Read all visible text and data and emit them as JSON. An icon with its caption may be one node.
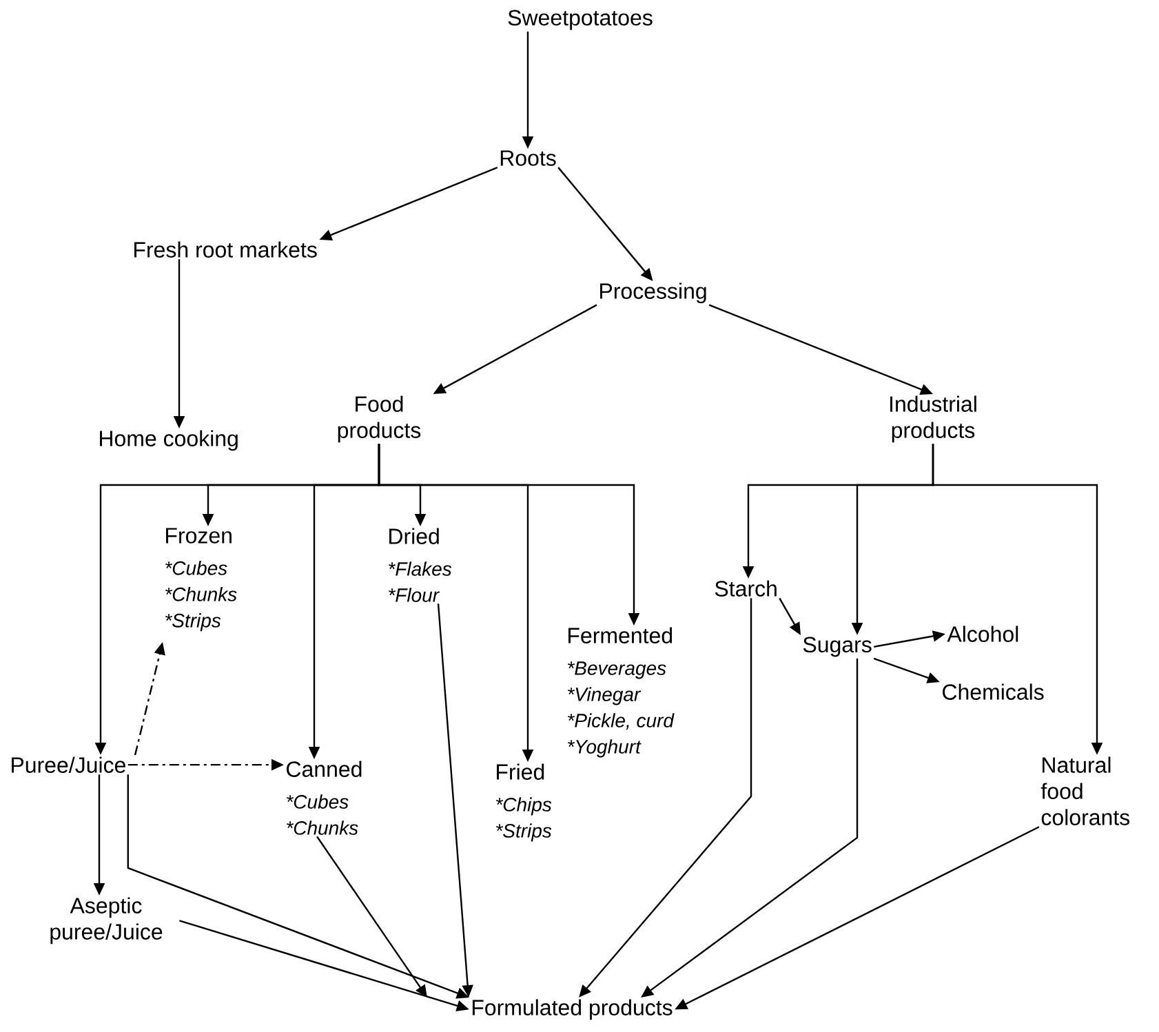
{
  "diagram": {
    "nodes": [
      {
        "text": [
          "Sweetpotatoes"
        ]
      },
      {
        "text": [
          "Roots"
        ]
      },
      {
        "text": [
          "Fresh root markets"
        ]
      },
      {
        "text": [
          "Processing"
        ]
      },
      {
        "text": [
          "Home cooking"
        ]
      },
      {
        "text": [
          "Food products"
        ]
      },
      {
        "text": [
          "Industrial products"
        ]
      },
      {
        "text": [
          "Frozen",
          "*Cubes",
          "*Chunks",
          "*Strips"
        ]
      },
      {
        "text": [
          "Dried",
          "*Flakes",
          "*Flour"
        ]
      },
      {
        "text": [
          "Fermented",
          "*Beverages",
          "*Vinegar",
          "*Pickle, curd",
          "*Yoghurt"
        ]
      },
      {
        "text": [
          "Fried",
          "*Chips",
          "*Strips"
        ]
      },
      {
        "text": [
          "Canned",
          "*Cubes",
          "*Chunks"
        ]
      },
      {
        "text": [
          "Puree/Juice"
        ]
      },
      {
        "text": [
          "Aseptic puree/Juice"
        ]
      },
      {
        "text": [
          "Starch"
        ]
      },
      {
        "text": [
          "Sugars"
        ]
      },
      {
        "text": [
          "Alcohol"
        ]
      },
      {
        "text": [
          "Chemicals"
        ]
      },
      {
        "text": [
          "Natural food colorants"
        ]
      },
      {
        "text": [
          "Formulated products"
        ]
      }
    ],
    "edges": [
      {
        "from": 0,
        "to": 1,
        "arrow": "to"
      },
      {
        "from": 1,
        "to": 2,
        "arrow": "to"
      },
      {
        "from": 1,
        "to": 3,
        "arrow": "to"
      },
      {
        "from": 2,
        "to": 4,
        "arrow": "to"
      },
      {
        "from": 3,
        "to": 5,
        "arrow": "to"
      },
      {
        "from": 3,
        "to": 6,
        "arrow": "to"
      },
      {
        "from": 5,
        "to": 12,
        "arrow": "to"
      },
      {
        "from": 5,
        "to": 7,
        "arrow": "to"
      },
      {
        "from": 5,
        "to": 11,
        "arrow": "to"
      },
      {
        "from": 5,
        "to": 8,
        "arrow": "to"
      },
      {
        "from": 5,
        "to": 10,
        "arrow": "to"
      },
      {
        "from": 5,
        "to": 9,
        "arrow": "to"
      },
      {
        "from": 6,
        "to": 14,
        "arrow": "to"
      },
      {
        "from": 6,
        "to": 15,
        "arrow": "to"
      },
      {
        "from": 6,
        "to": 18,
        "arrow": "to"
      },
      {
        "from": 14,
        "to": 15,
        "arrow": "to"
      },
      {
        "from": 15,
        "to": 16,
        "arrow": "to"
      },
      {
        "from": 15,
        "to": 17,
        "arrow": "to"
      },
      {
        "from": 12,
        "to": 7,
        "arrow": "to",
        "style": "dashed"
      },
      {
        "from": 12,
        "to": 11,
        "arrow": "to",
        "style": "dashed"
      },
      {
        "from": 12,
        "to": 13,
        "arrow": "to"
      },
      {
        "from": 13,
        "to": 19,
        "arrow": "to"
      },
      {
        "from": 12,
        "to": 19,
        "arrow": "to"
      },
      {
        "from": 11,
        "to": 19,
        "arrow": "to"
      },
      {
        "from": 8,
        "to": 19,
        "arrow": "to"
      },
      {
        "from": 14,
        "to": 19,
        "arrow": "to"
      },
      {
        "from": 15,
        "to": 19,
        "arrow": "to"
      },
      {
        "from": 18,
        "to": 19,
        "arrow": "to"
      }
    ]
  }
}
